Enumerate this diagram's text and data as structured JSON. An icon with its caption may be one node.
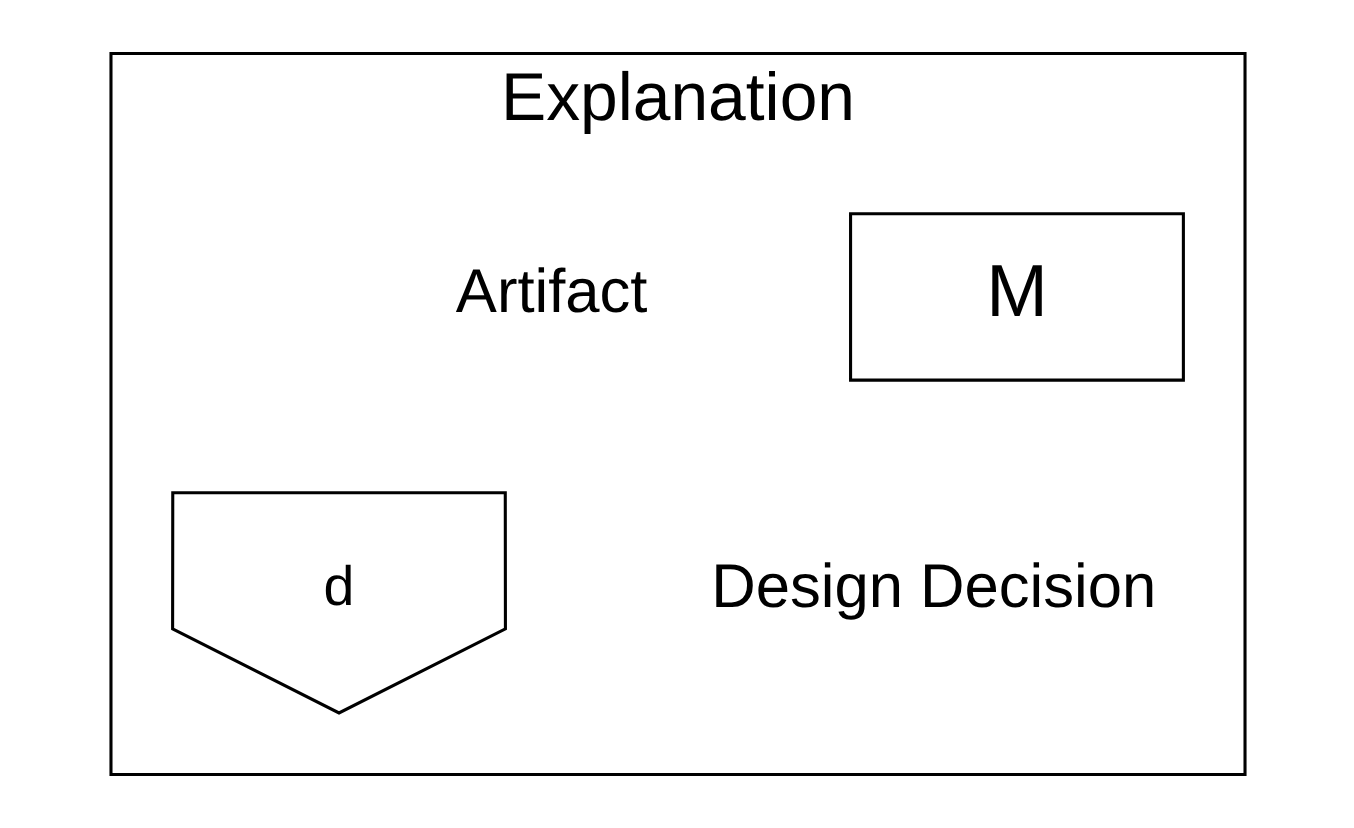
{
  "diagram": {
    "nodes": [
      {
        "text": [
          "Explanation"
        ]
      },
      {
        "text": [
          "M"
        ],
        "in": 0,
        "beside": [
          "Artifact"
        ]
      },
      {
        "text": [
          "d"
        ],
        "in": 0,
        "beside": [
          "Design Decision"
        ]
      }
    ]
  }
}
